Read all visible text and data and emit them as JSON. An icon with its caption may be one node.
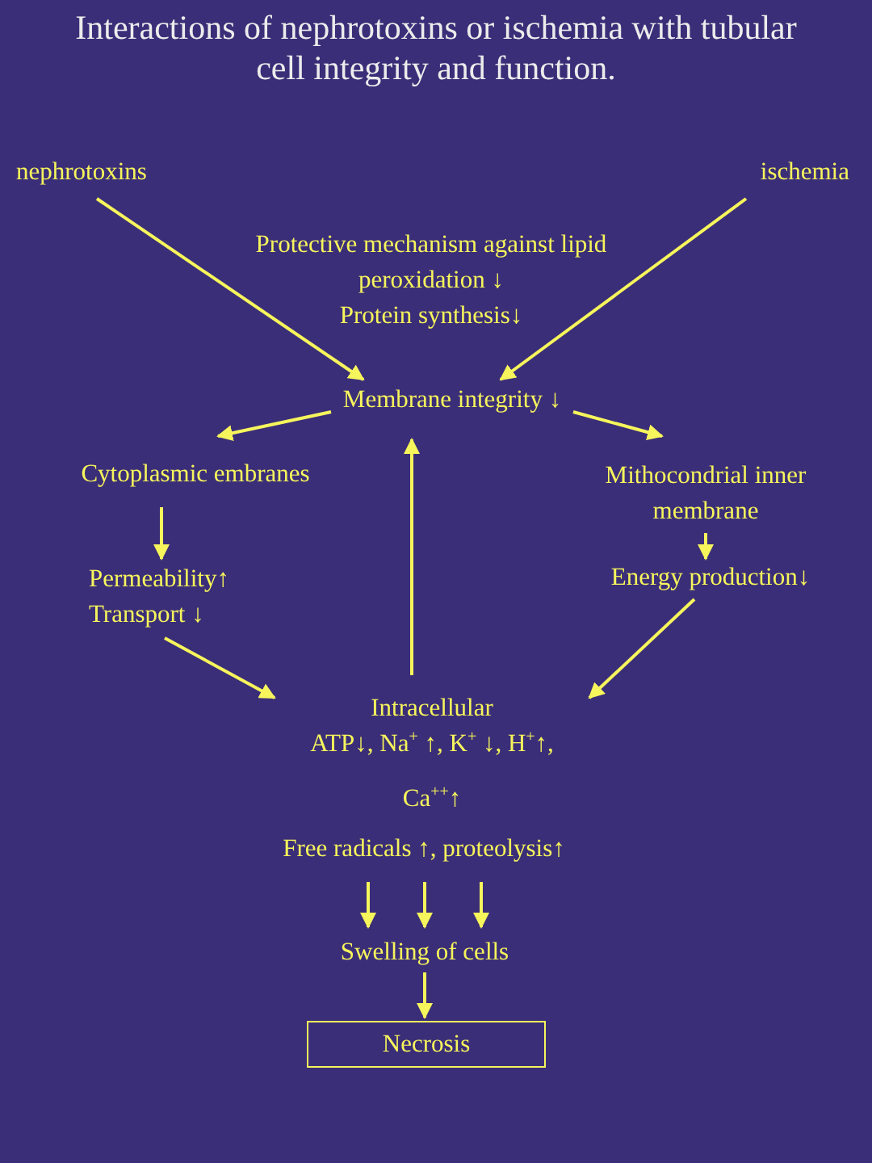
{
  "diagram": {
    "title": "Interactions of nephrotoxins or ischemia with tubular cell integrity and function.",
    "nodes": [
      {
        "text": [
          "nephrotoxins"
        ]
      },
      {
        "text": [
          "ischemia"
        ]
      },
      {
        "text": [
          "Membrane integrity ↓"
        ]
      },
      {
        "text": [
          "Cytoplasmic embranes"
        ]
      },
      {
        "text": [
          "Mithocondrial inner membrane"
        ]
      },
      {
        "text": [
          "Permeability↑",
          "Transport ↓"
        ]
      },
      {
        "text": [
          "Energy production↓"
        ]
      },
      {
        "text": [
          "Intracellular",
          "ATP↓, Na$^{+}$ ↑, K$^{+}$ ↓, H$^{+}$↑,",
          "Ca$^{++}$↑"
        ]
      },
      {
        "text": [
          "Free radicals ↑, proteolysis↑"
        ]
      },
      {
        "text": [
          "Swelling of cells"
        ]
      },
      {
        "text": [
          "Necrosis"
        ]
      }
    ],
    "edges": [
      {
        "from": 0,
        "to": 2,
        "arrow": "to"
      },
      {
        "from": 1,
        "to": 2,
        "arrow": "to"
      },
      {
        "from": 2,
        "to": 3,
        "arrow": "to"
      },
      {
        "from": 2,
        "to": 4,
        "arrow": "to"
      },
      {
        "from": 3,
        "to": 5,
        "arrow": "to"
      },
      {
        "from": 4,
        "to": 6,
        "arrow": "to"
      },
      {
        "from": 5,
        "to": 7,
        "arrow": "to"
      },
      {
        "from": 6,
        "to": 7,
        "arrow": "to"
      },
      {
        "from": 7,
        "to": 2,
        "arrow": "to"
      },
      {
        "from": 8,
        "to": 9,
        "arrow": "to"
      },
      {
        "from": 8,
        "to": 9,
        "arrow": "to"
      },
      {
        "from": 8,
        "to": 9,
        "arrow": "to"
      },
      {
        "from": 9,
        "to": 10,
        "arrow": "to"
      }
    ],
    "labels": [
      "Protective mechanism against lipid peroxidation ↓",
      "Protein synthesis↓"
    ]
  }
}
